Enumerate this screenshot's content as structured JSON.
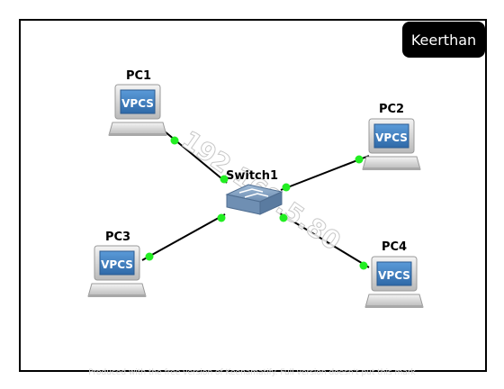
{
  "user_badge": "Keerthan",
  "switch": {
    "label": "Switch1"
  },
  "pcs": [
    {
      "name": "PC1",
      "icon_text": "VPCS"
    },
    {
      "name": "PC2",
      "icon_text": "VPCS"
    },
    {
      "name": "PC3",
      "icon_text": "VPCS"
    },
    {
      "name": "PC4",
      "icon_text": "VPCS"
    }
  ],
  "watermark": "192.168.5.80",
  "footer_note": "Produced with the free version of Keenamatify. Full version doesn't put this mark",
  "colors": {
    "link": "#000000",
    "port_status_up": "#22ee22",
    "switch_body": "#6f8fb3",
    "screen": "#3b7bbf"
  }
}
